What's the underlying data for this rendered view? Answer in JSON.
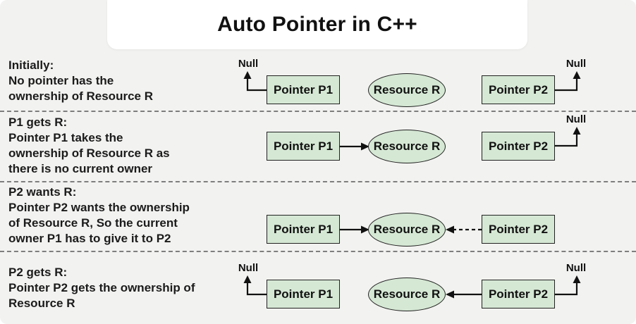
{
  "title": "Auto Pointer in C++",
  "node_labels": {
    "p1": "Pointer P1",
    "p2": "Pointer P2",
    "resource": "Resource R",
    "null_label": "Null"
  },
  "rows": [
    {
      "heading": "Initially:",
      "lines": [
        "No pointer has the",
        "ownership of Resource R"
      ],
      "state": "P1 -> Null, R unowned, P2 -> Null"
    },
    {
      "heading": "P1 gets R:",
      "lines": [
        "Pointer P1 takes the",
        "ownership of Resource R as",
        "there is no current owner"
      ],
      "state": "P1 -> R (solid), P2 -> Null"
    },
    {
      "heading": "P2 wants R:",
      "lines": [
        "Pointer P2 wants the ownership",
        "of Resource R, So the current",
        "owner P1 has to give it to P2"
      ],
      "state": "P1 -> R (solid), P2 -> R (dashed request)"
    },
    {
      "heading": "P2 gets R:",
      "lines": [
        "Pointer P2 gets the ownership of",
        "Resource R"
      ],
      "state": "P1 -> Null, P2 -> R (solid)"
    }
  ],
  "colors": {
    "background": "#f2f2f0",
    "title_card": "#ffffff",
    "node_fill": "#d5e8d4",
    "node_border": "#222222",
    "connector": "#111111",
    "separator": "#7e7e7e",
    "text": "#1b1b1b"
  }
}
